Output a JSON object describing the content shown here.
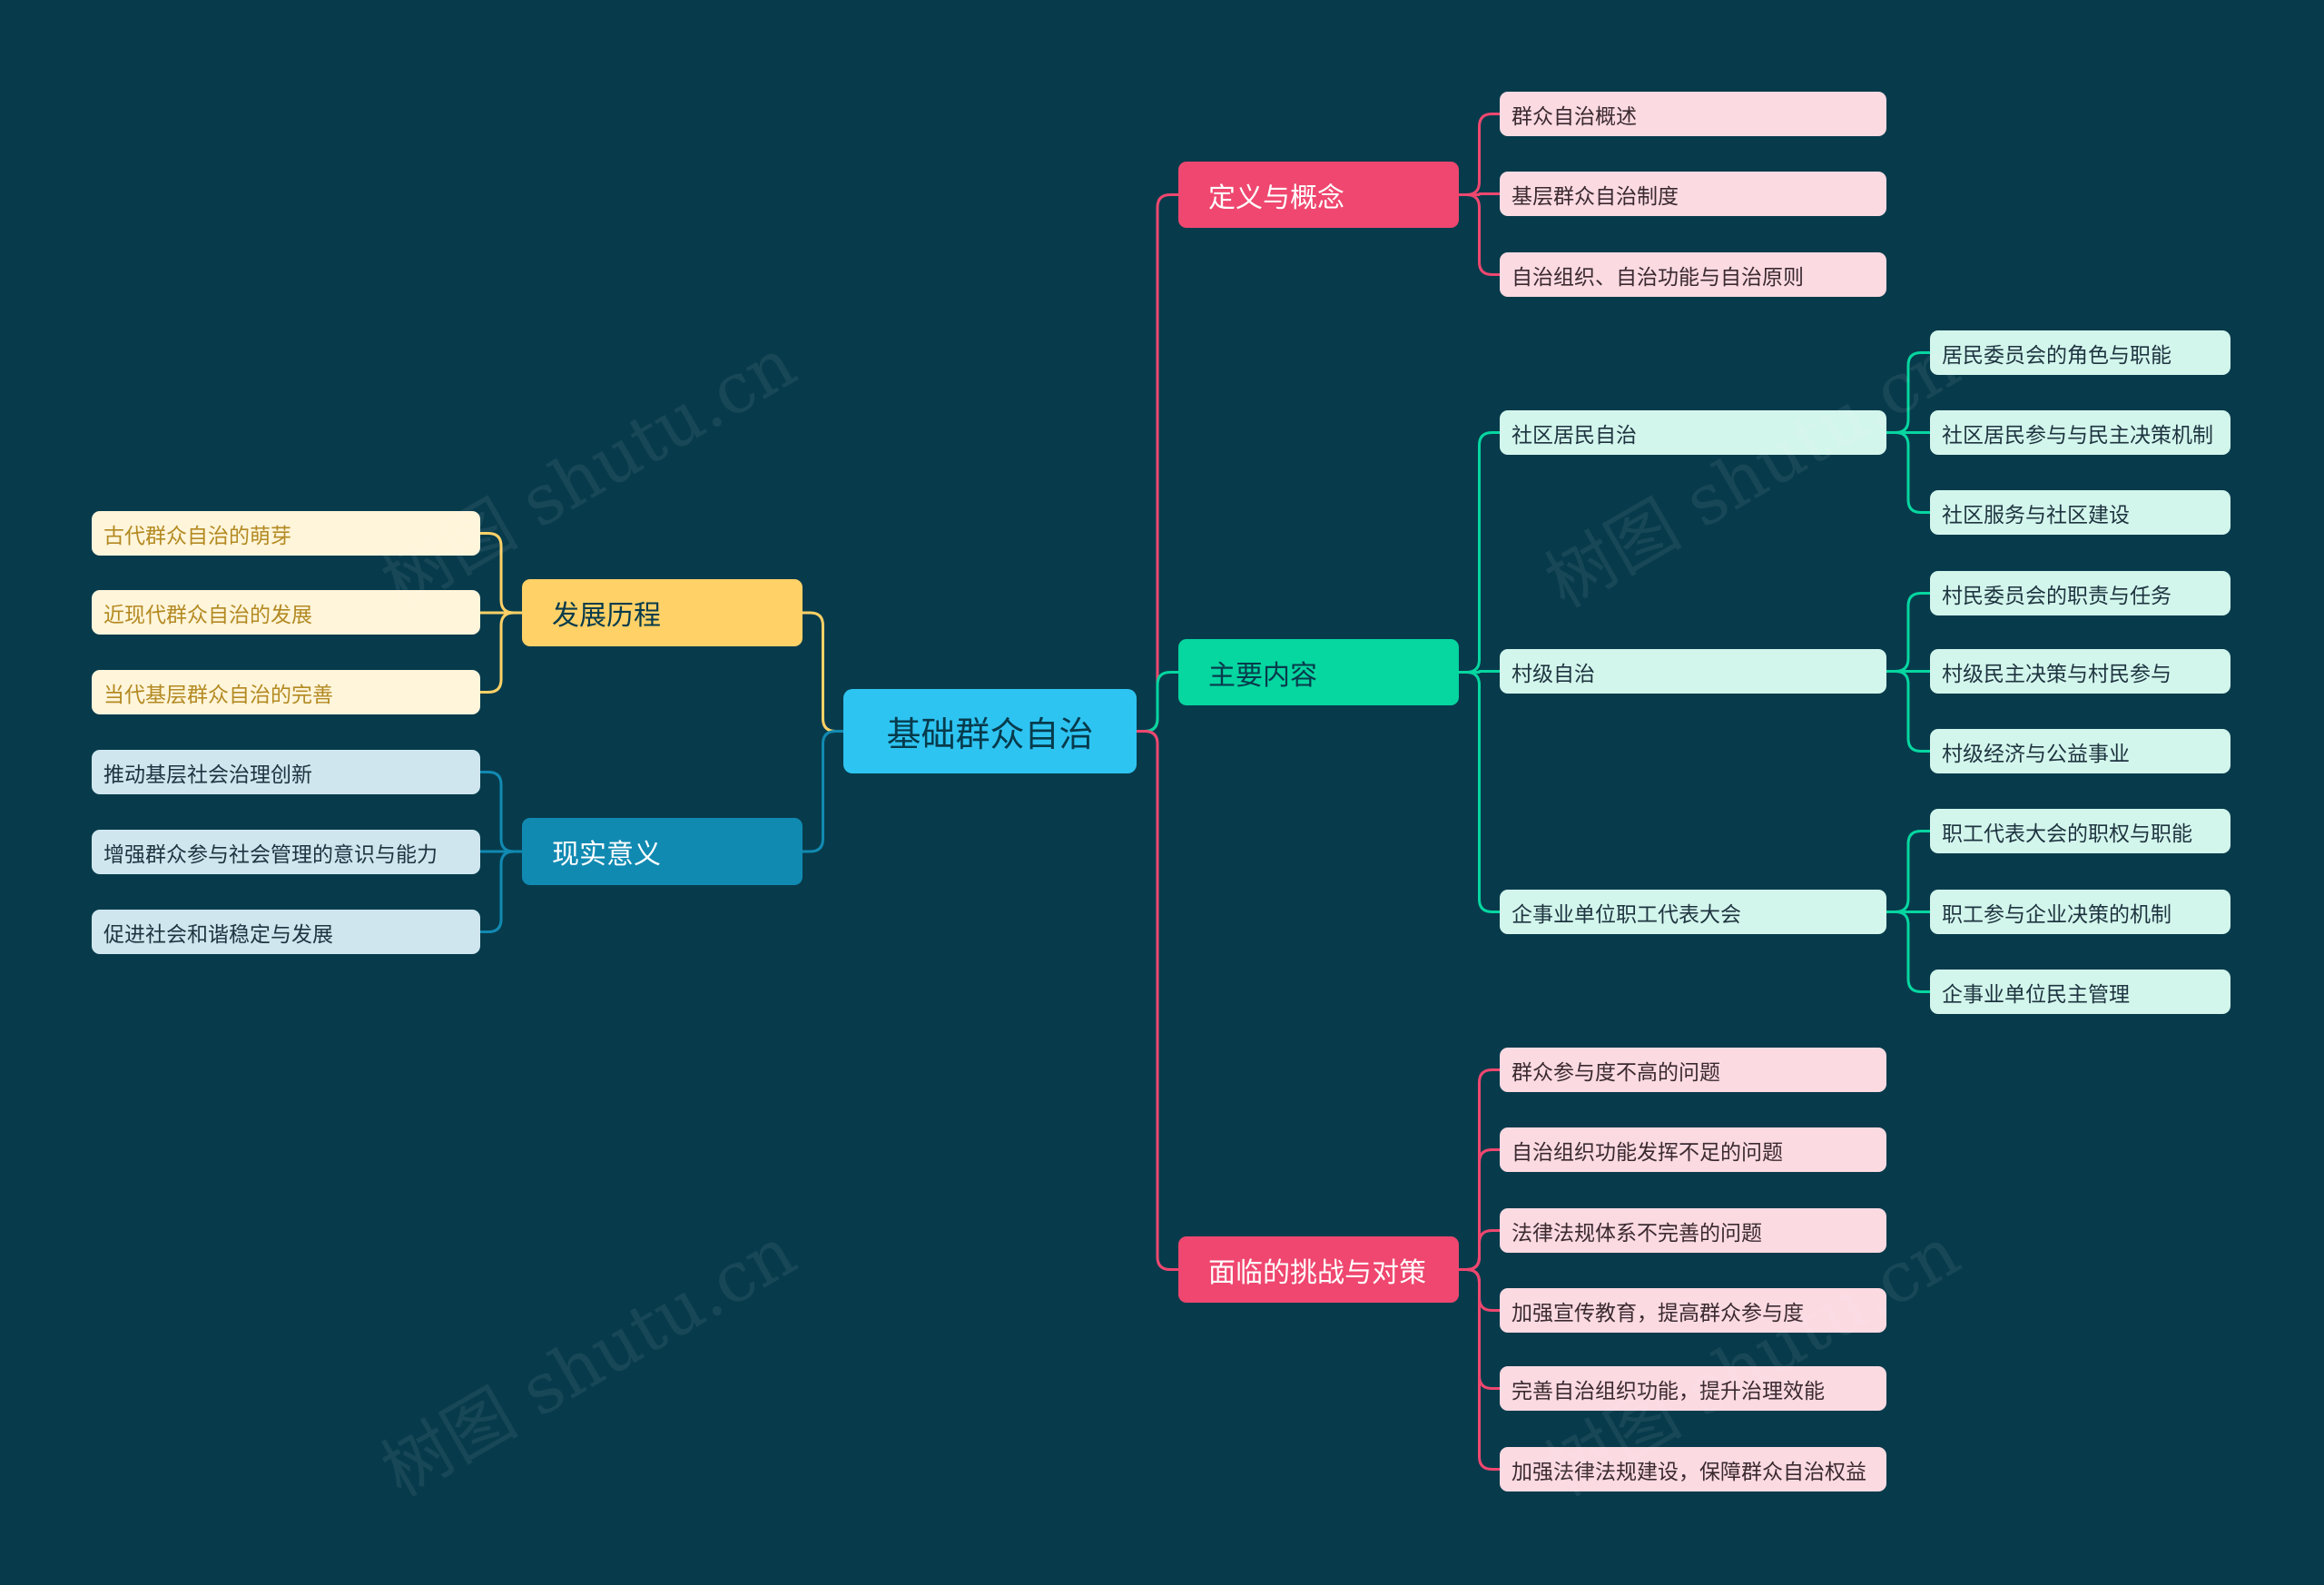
{
  "watermark": "树图 shutu.cn",
  "palette": {
    "background": "#073b4c",
    "center_fill": "#2ec4f2",
    "center_text": "#073b4c"
  },
  "mindmap": {
    "center": {
      "label": "基础群众自治"
    },
    "left": [
      {
        "label": "发展历程",
        "color": "#ffd166",
        "text_color": "#073b4c",
        "leaf_fill": "#fff5da",
        "leaf_text": "#b38a22",
        "children": [
          {
            "label": "古代群众自治的萌芽"
          },
          {
            "label": "近现代群众自治的发展"
          },
          {
            "label": "当代基层群众自治的完善"
          }
        ]
      },
      {
        "label": "现实意义",
        "color": "#118ab2",
        "text_color": "#ffffff",
        "leaf_fill": "#d0e6ee",
        "leaf_text": "#1e3440",
        "children": [
          {
            "label": "推动基层社会治理创新"
          },
          {
            "label": "增强群众参与社会管理的意识与能力"
          },
          {
            "label": "促进社会和谐稳定与发展"
          }
        ]
      }
    ],
    "right": [
      {
        "label": "定义与概念",
        "color": "#ef476f",
        "text_color": "#ffffff",
        "leaf_fill": "#fcdae2",
        "leaf_text": "#3a2a30",
        "children": [
          {
            "label": "群众自治概述"
          },
          {
            "label": "基层群众自治制度"
          },
          {
            "label": "自治组织、自治功能与自治原则"
          }
        ]
      },
      {
        "label": "主要内容",
        "color": "#06d6a0",
        "text_color": "#073b4c",
        "leaf_fill": "#d3f6ec",
        "leaf_text": "#1e3440",
        "children": [
          {
            "label": "社区居民自治",
            "children": [
              {
                "label": "居民委员会的角色与职能"
              },
              {
                "label": "社区居民参与与民主决策机制"
              },
              {
                "label": "社区服务与社区建设"
              }
            ]
          },
          {
            "label": "村级自治",
            "children": [
              {
                "label": "村民委员会的职责与任务"
              },
              {
                "label": "村级民主决策与村民参与"
              },
              {
                "label": "村级经济与公益事业"
              }
            ]
          },
          {
            "label": "企事业单位职工代表大会",
            "children": [
              {
                "label": "职工代表大会的职权与职能"
              },
              {
                "label": "职工参与企业决策的机制"
              },
              {
                "label": "企事业单位民主管理"
              }
            ]
          }
        ]
      },
      {
        "label": "面临的挑战与对策",
        "color": "#ef476f",
        "text_color": "#ffffff",
        "leaf_fill": "#fcdae2",
        "leaf_text": "#3a2a30",
        "children": [
          {
            "label": "群众参与度不高的问题"
          },
          {
            "label": "自治组织功能发挥不足的问题"
          },
          {
            "label": "法律法规体系不完善的问题"
          },
          {
            "label": "加强宣传教育，提高群众参与度"
          },
          {
            "label": "完善自治组织功能，提升治理效能"
          },
          {
            "label": "加强法律法规建设，保障群众自治权益"
          }
        ]
      }
    ]
  }
}
